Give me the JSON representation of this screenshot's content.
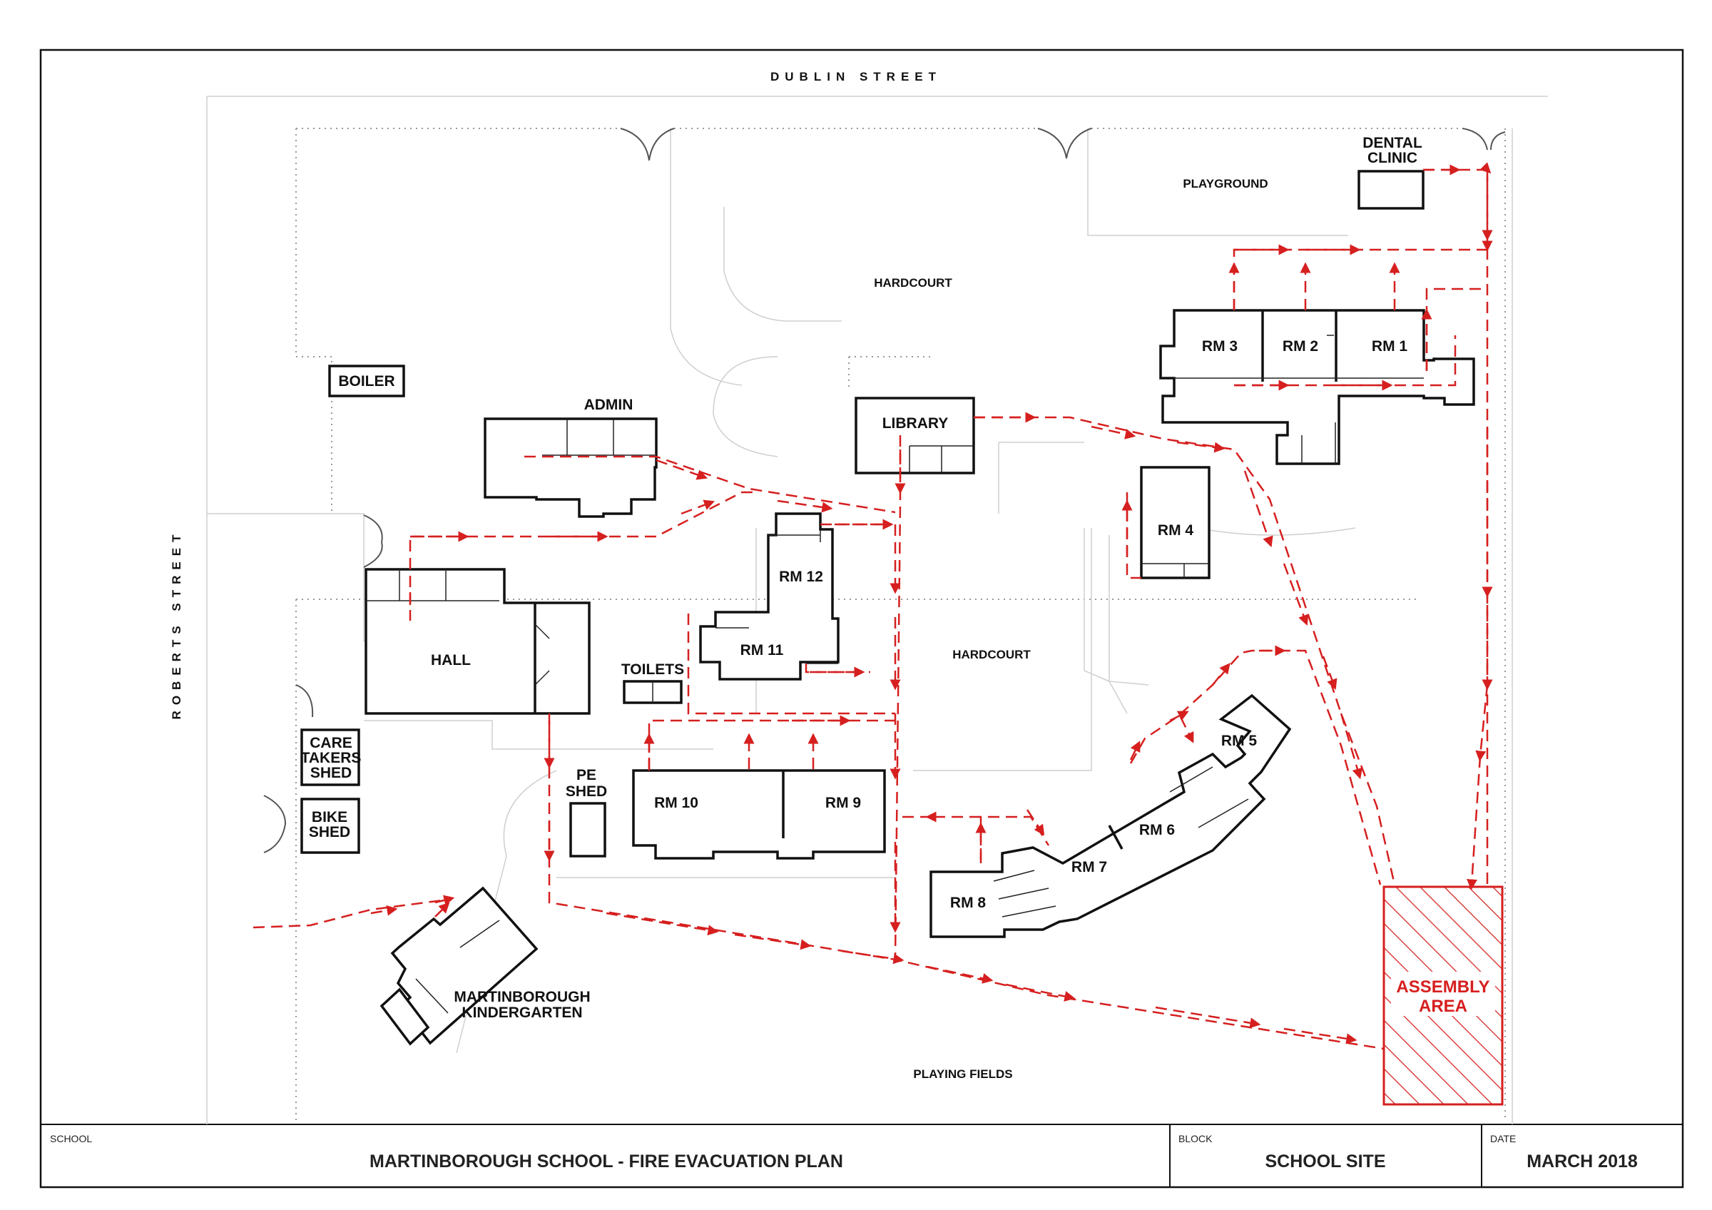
{
  "streets": {
    "north": "DUBLIN STREET",
    "west": "ROBERTS STREET"
  },
  "areas": {
    "playground": "PLAYGROUND",
    "hardcourt_north": "HARDCOURT",
    "hardcourt_center": "HARDCOURT",
    "playing_fields": "PLAYING FIELDS"
  },
  "buildings": {
    "dental_clinic": [
      "DENTAL",
      "CLINIC"
    ],
    "boiler": "BOILER",
    "admin": "ADMIN",
    "library": "LIBRARY",
    "rm1": "RM 1",
    "rm2": "RM 2",
    "rm3": "RM 3",
    "rm4": "RM 4",
    "rm5": "RM 5",
    "rm6": "RM 6",
    "rm7": "RM 7",
    "rm8": "RM 8",
    "rm9": "RM 9",
    "rm10": "RM 10",
    "rm11": "RM 11",
    "rm12": "RM 12",
    "hall": "HALL",
    "toilets": "TOILETS",
    "pe_shed": [
      "PE",
      "SHED"
    ],
    "caretakers_shed": [
      "CARE",
      "TAKERS",
      "SHED"
    ],
    "bike_shed": [
      "BIKE",
      "SHED"
    ],
    "kindergarten": [
      "MARTINBOROUGH",
      "KINDERGARTEN"
    ]
  },
  "assembly_area": [
    "ASSEMBLY",
    "AREA"
  ],
  "title_block": {
    "school_label": "SCHOOL",
    "school_value": "MARTINBOROUGH SCHOOL - FIRE EVACUATION PLAN",
    "block_label": "BLOCK",
    "block_value": "SCHOOL SITE",
    "date_label": "DATE",
    "date_value": "MARCH 2018"
  },
  "colors": {
    "route": "#d61f1f",
    "assembly": "#d61f1f",
    "building_outline": "#111111",
    "fence": "#9a9a9a"
  }
}
